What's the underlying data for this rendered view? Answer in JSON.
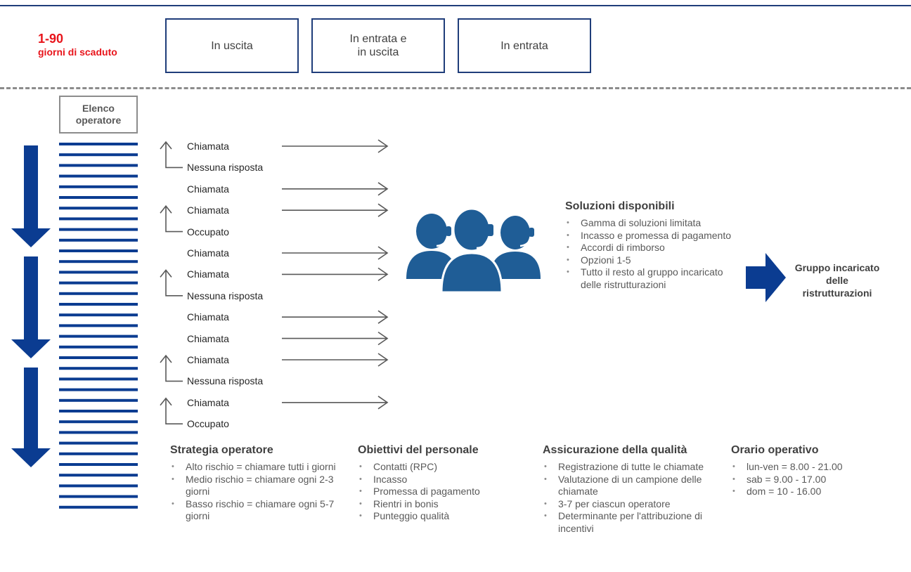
{
  "header": {
    "period_number": "1-90",
    "period_label": "giorni di scaduto",
    "directions": [
      "In uscita",
      "In entrata e\nin uscita",
      "In entrata"
    ]
  },
  "operator_list": {
    "title": "Elenco\noperatore",
    "stripe_count": 35
  },
  "call_sequence": [
    {
      "label": "Chiamata",
      "arrow": true
    },
    {
      "label": "Nessuna risposta",
      "arrow": false
    },
    {
      "label": "Chiamata",
      "arrow": true
    },
    {
      "label": "Chiamata",
      "arrow": true
    },
    {
      "label": "Occupato",
      "arrow": false
    },
    {
      "label": "Chiamata",
      "arrow": true
    },
    {
      "label": "Chiamata",
      "arrow": true
    },
    {
      "label": "Nessuna risposta",
      "arrow": false
    },
    {
      "label": "Chiamata",
      "arrow": true
    },
    {
      "label": "Chiamata",
      "arrow": true
    },
    {
      "label": "Chiamata",
      "arrow": true
    },
    {
      "label": "Nessuna risposta",
      "arrow": false
    },
    {
      "label": "Chiamata",
      "arrow": true
    },
    {
      "label": "Occupato",
      "arrow": false
    }
  ],
  "solutions": {
    "title": "Soluzioni disponibili",
    "items": [
      "Gamma di soluzioni limitata",
      "Incasso e promessa di pagamento",
      "Accordi di rimborso",
      "Opzioni 1-5",
      "Tutto il resto al gruppo incaricato delle ristrutturazioni"
    ]
  },
  "restructuring": {
    "label": "Gruppo incaricato delle ristrutturazioni"
  },
  "strategy": {
    "title": "Strategia operatore",
    "items": [
      "Alto rischio = chiamare tutti i giorni",
      "Medio rischio = chiamare ogni 2-3 giorni",
      "Basso rischio = chiamare ogni 5-7 giorni"
    ]
  },
  "staff_goals": {
    "title": "Obiettivi del personale",
    "items": [
      "Contatti (RPC)",
      "Incasso",
      "Promessa di pagamento",
      "Rientri in bonis",
      "Punteggio qualità"
    ]
  },
  "quality": {
    "title": "Assicurazione della qualità",
    "items": [
      "Registrazione di tutte le chiamate",
      "Valutazione di un campione delle chiamate",
      "3-7 per ciascun operatore",
      "Determinante per l'attribuzione di incentivi"
    ]
  },
  "hours": {
    "title": "Orario operativo",
    "items": [
      "lun-ven  = 8.00 - 21.00",
      "sab = 9.00 - 17.00",
      "dom = 10 - 16.00"
    ]
  },
  "colors": {
    "navy": "#1f3d7a",
    "brand_blue": "#0b3c91",
    "agent_blue": "#1f5d96",
    "red": "#e8141b"
  }
}
